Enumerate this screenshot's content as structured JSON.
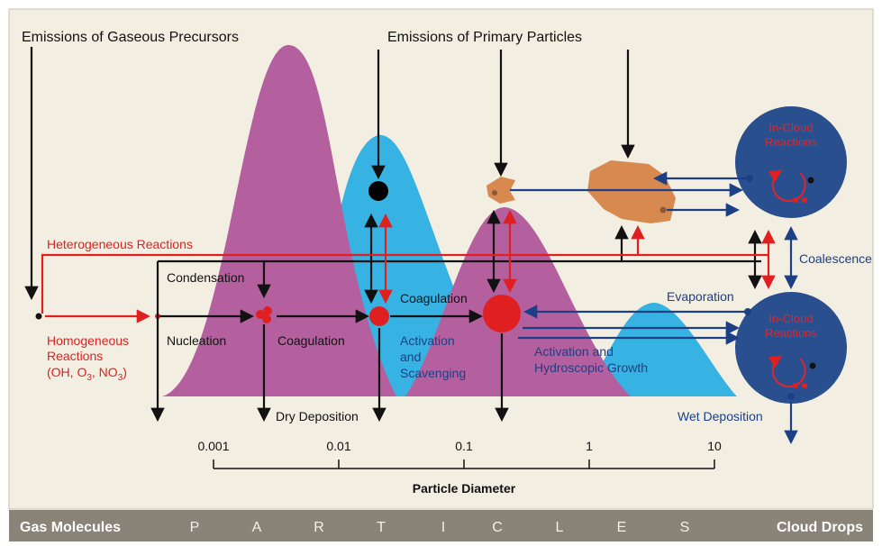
{
  "top_labels": {
    "gas_precursors": "Emissions of Gaseous Precursors",
    "primary_particles": "Emissions of Primary Particles"
  },
  "process_labels": {
    "heterogeneous": "Heterogeneous Reactions",
    "condensation": "Condensation",
    "homogeneous_1": "Homogeneous",
    "homogeneous_2": "Reactions",
    "homogeneous_3": "(OH, O",
    "homogeneous_sub1": "3",
    "homogeneous_4": ", NO",
    "homogeneous_sub2": "3",
    "homogeneous_5": ")",
    "nucleation": "Nucleation",
    "coagulation_1": "Coagulation",
    "coagulation_2": "Coagulation",
    "activation_scavenging_1": "Activation",
    "activation_scavenging_2": "and",
    "activation_scavenging_3": "Scavenging",
    "activation_growth_1": "Activation and",
    "activation_growth_2": "Hydroscopic Growth",
    "evaporation": "Evaporation",
    "coalescence": "Coalescence",
    "wet_deposition": "Wet Deposition",
    "dry_deposition": "Dry Deposition",
    "incloud_1a": "In-Cloud",
    "incloud_1b": "Reactions",
    "incloud_2a": "In-Cloud",
    "incloud_2b": "Reactions"
  },
  "axis": {
    "title": "Particle Diameter",
    "ticks": [
      "0.001",
      "0.01",
      "0.1",
      "1",
      "10"
    ]
  },
  "bottom_bar": {
    "left": "Gas Molecules",
    "letters": [
      "P",
      "A",
      "R",
      "T",
      "I",
      "C",
      "L",
      "E",
      "S"
    ],
    "right": "Cloud Drops"
  },
  "colors": {
    "magenta": "#b45f9e",
    "cyan": "#36b3e2",
    "cloud": "#2a4f8e",
    "red": "#e02020",
    "blue_arrow": "#1d3f86",
    "particle": "#d8894f",
    "bottom_bar": "#8a8378",
    "background": "#f3eee2"
  }
}
